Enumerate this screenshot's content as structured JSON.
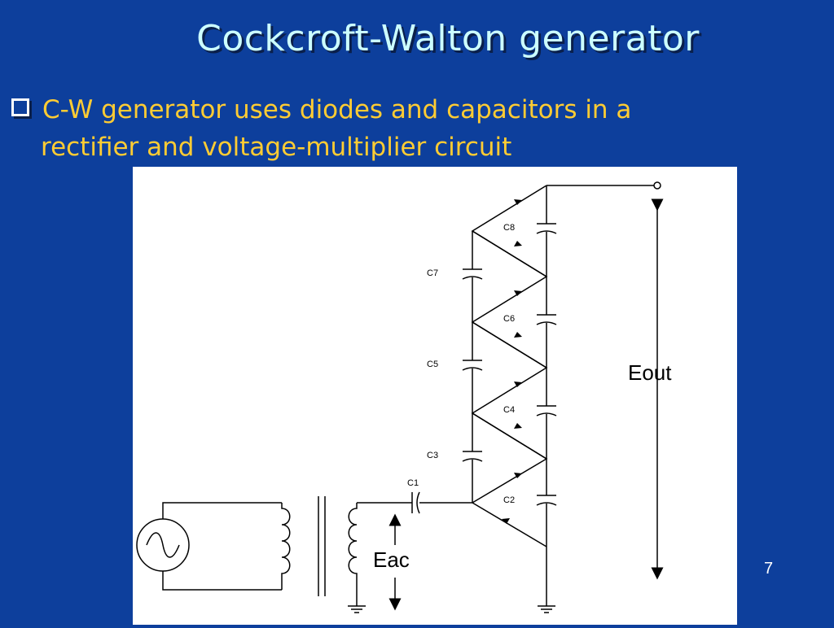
{
  "slide": {
    "title": "Cockcroft-Walton generator",
    "bullet": {
      "line1": "C-W generator uses diodes and capacitors in a",
      "line2": "rectifier and voltage-multiplier circuit"
    },
    "page_number": "7"
  },
  "diagram": {
    "capacitor_labels": {
      "c1": "C1",
      "c2": "C2",
      "c3": "C3",
      "c4": "C4",
      "c5": "C5",
      "c6": "C6",
      "c7": "C7",
      "c8": "C8"
    },
    "input_voltage_label": "Eac",
    "output_voltage_label": "Eout"
  }
}
